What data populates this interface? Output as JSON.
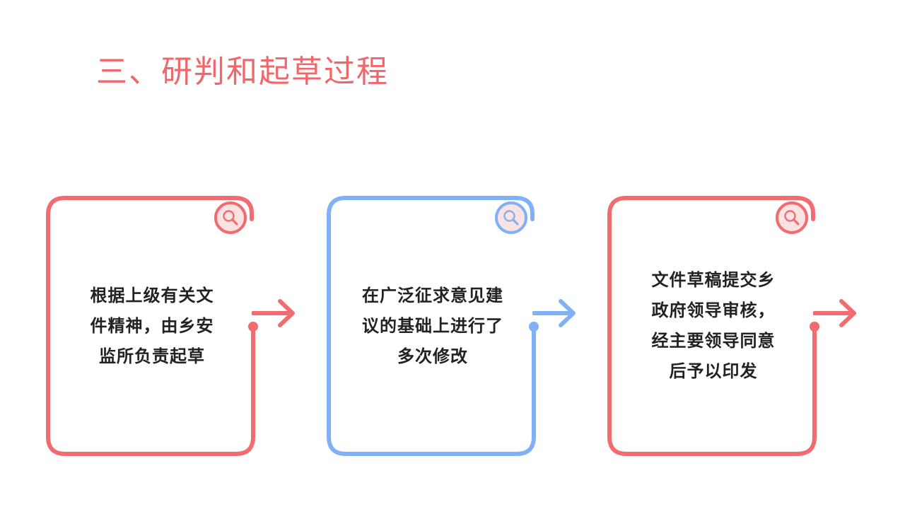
{
  "slide": {
    "title": "三、研判和起草过程",
    "title_color": "#f0666a"
  },
  "colors": {
    "red": "#f26b6e",
    "blue": "#80b1f7",
    "badge_fill": "#fce3e3",
    "badge_ring": "#ffffff"
  },
  "steps": [
    {
      "color": "red",
      "icon": "search-icon",
      "lines": [
        "根据上级有关文",
        "件精神，由乡安",
        "监所负责起草"
      ]
    },
    {
      "color": "blue",
      "icon": "search-icon",
      "lines": [
        "在广泛征求意见建",
        "议的基础上进行了",
        "多次修改"
      ]
    },
    {
      "color": "red",
      "icon": "search-icon",
      "lines": [
        "文件草稿提交乡",
        "政府领导审核，",
        "经主要领导同意",
        "后予以印发"
      ]
    }
  ]
}
